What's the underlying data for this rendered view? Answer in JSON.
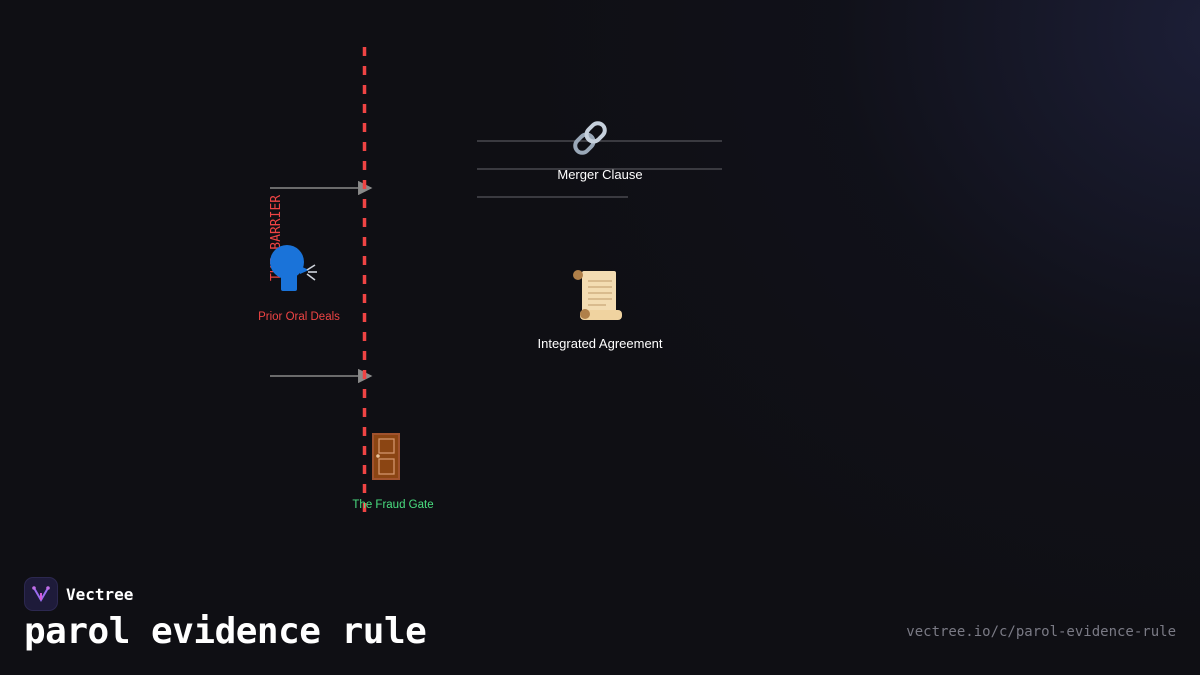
{
  "diagram": {
    "barrier_label": "THE BARRIER",
    "nodes": {
      "prior_oral_deals": {
        "label": "Prior Oral Deals",
        "icon": "speaking-head-icon",
        "color": "#ef4444"
      },
      "merger_clause": {
        "label": "Merger Clause",
        "icon": "link-icon",
        "color": "#ffffff"
      },
      "integrated_agreement": {
        "label": "Integrated Agreement",
        "icon": "scroll-icon",
        "color": "#ffffff"
      },
      "fraud_gate": {
        "label": "The Fraud Gate",
        "icon": "door-icon",
        "color": "#4ade80"
      }
    },
    "barrier_color": "#ef4444"
  },
  "brand": {
    "name": "Vectree",
    "logo_icon": "vectree-logo-icon"
  },
  "footer": {
    "title": "parol evidence rule",
    "url": "vectree.io/c/parol-evidence-rule"
  }
}
